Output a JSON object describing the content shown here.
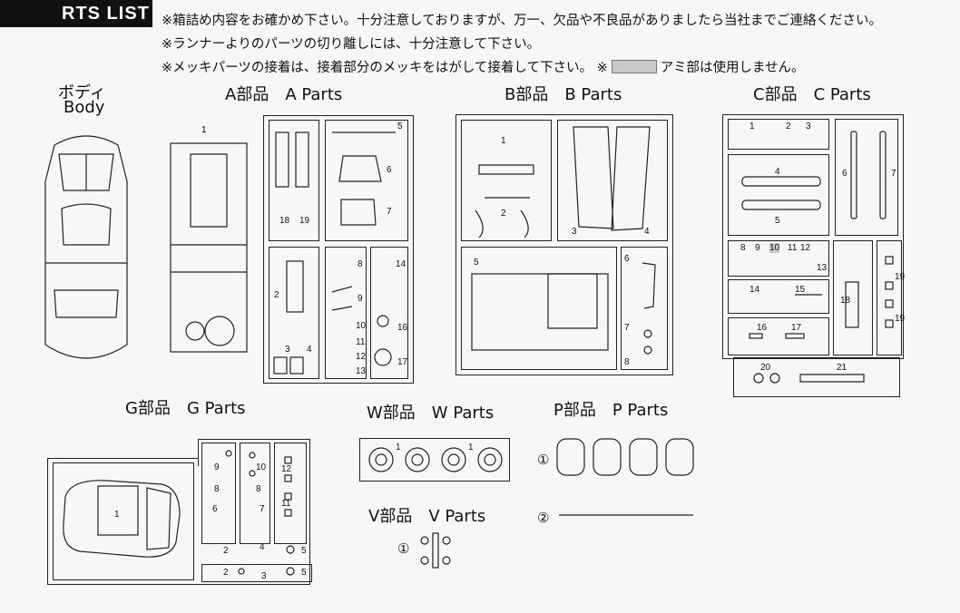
{
  "header": {
    "badge": "RTS LIST",
    "notes": [
      "※箱詰め内容をお確かめ下さい。十分注意しておりますが、万一、欠品や不良品がありましたら当社までご連絡ください。",
      "※ランナーよりのパーツの切り離しには、十分注意して下さい。",
      "※メッキパーツの接着は、接着部分のメッキをはがして接着して下さい。 ※",
      "アミ部は使用しません。"
    ]
  },
  "sections": {
    "body": {
      "jp": "ボディ",
      "en": "Body"
    },
    "a": {
      "title": "A部品　A Parts",
      "labels": [
        "1",
        "5",
        "6",
        "7",
        "18",
        "19",
        "2",
        "8",
        "9",
        "10",
        "11",
        "12",
        "13",
        "14",
        "16",
        "17",
        "3",
        "4"
      ]
    },
    "b": {
      "title": "B部品　B Parts",
      "labels": [
        "1",
        "2",
        "3",
        "4",
        "5",
        "6",
        "7",
        "8"
      ]
    },
    "c": {
      "title": "C部品　C Parts",
      "labels": [
        "1",
        "2",
        "3",
        "4",
        "5",
        "6",
        "7",
        "8",
        "9",
        "10",
        "11",
        "12",
        "13",
        "14",
        "15",
        "16",
        "17",
        "18",
        "19",
        "19",
        "20",
        "21"
      ]
    },
    "g": {
      "title": "G部品　G Parts",
      "labels": [
        "1",
        "9",
        "10",
        "8",
        "8",
        "6",
        "7",
        "12",
        "11",
        "2",
        "4",
        "5",
        "2",
        "3",
        "5"
      ]
    },
    "w": {
      "title": "W部品　W Parts",
      "labels": [
        "1",
        "1"
      ]
    },
    "p": {
      "title": "P部品　P Parts",
      "labels": [
        "①",
        "②"
      ]
    },
    "v": {
      "title": "V部品　V Parts",
      "labels": [
        "①"
      ]
    }
  }
}
